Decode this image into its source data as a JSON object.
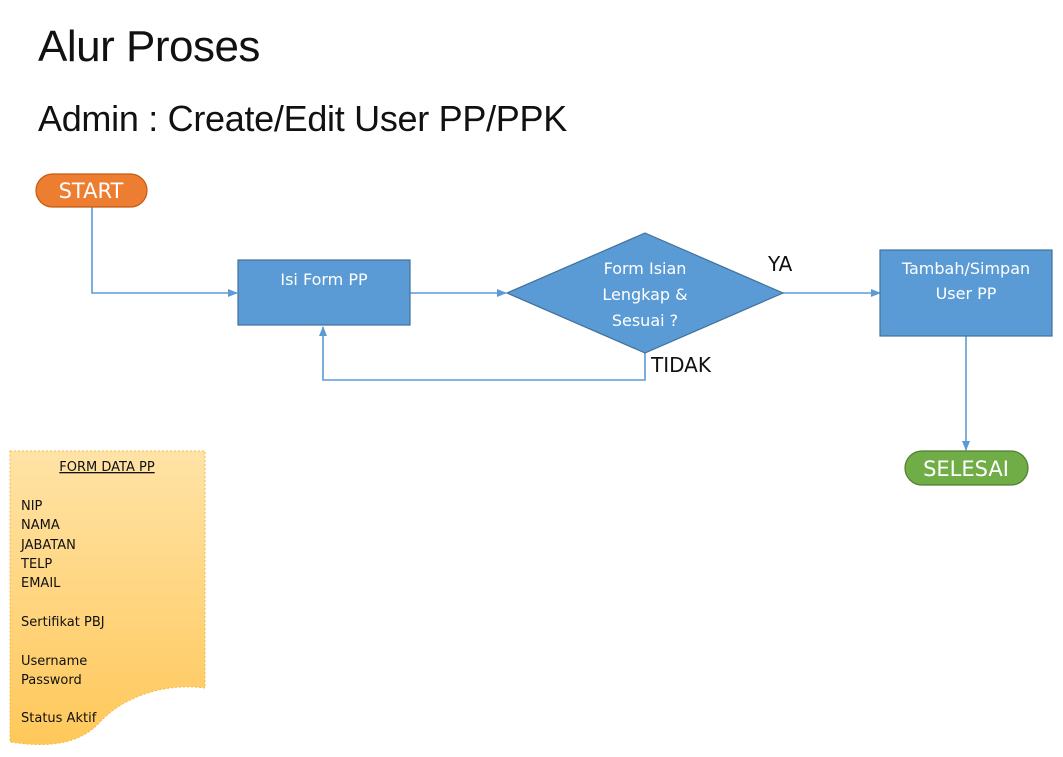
{
  "header": {
    "title": "Alur Proses",
    "subtitle": "Admin : Create/Edit User PP/PPK"
  },
  "nodes": {
    "start": "START",
    "isi_form": "Isi Form PP",
    "decision": [
      "Form Isian",
      "Lengkap &",
      "Sesuai ?"
    ],
    "tambah": [
      "Tambah/Simpan",
      "User PP"
    ],
    "selesai": "SELESAI"
  },
  "edges": {
    "yes": "YA",
    "no": "TIDAK"
  },
  "form_card": {
    "title": "FORM DATA PP",
    "fields": [
      "NIP",
      "NAMA",
      "JABATAN",
      "TELP",
      "EMAIL",
      "",
      "Sertifikat PBJ",
      "",
      "Username",
      "Password",
      "",
      "Status Aktif"
    ]
  },
  "colors": {
    "start": "#ed7d31",
    "process": "#5b9bd5",
    "end": "#70ad47",
    "arrow": "#5b9bd5",
    "form": "#ffd98a"
  }
}
